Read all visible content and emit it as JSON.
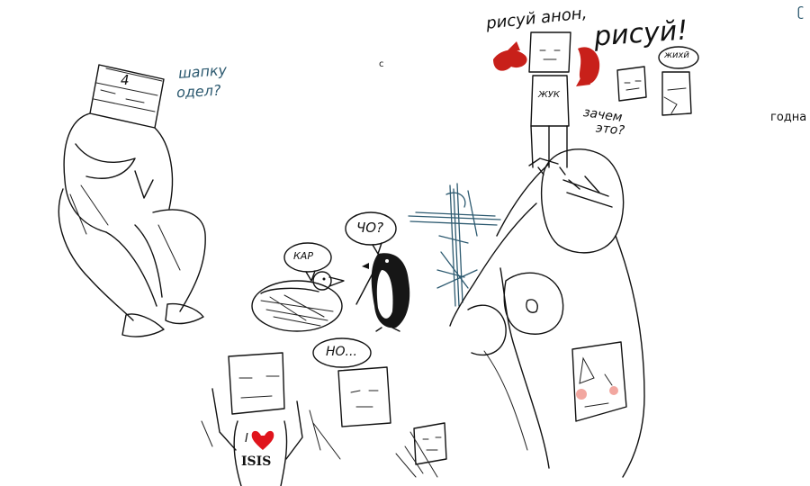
{
  "texts": {
    "hat_question_line1": "шапку",
    "hat_question_line2": "одел?",
    "draw_anon_left": "рисуй анон,",
    "draw_anon_right": "рисуй!",
    "guy_shirt": "ЖУК",
    "why_line1": "зачем",
    "why_line2": "это?",
    "bubble_small_tr": "жихй",
    "caption_right": "годна",
    "hat_number": "4",
    "duck_bubble": "КАР",
    "penguin_bubble": "ЧО?",
    "face_bubble": "НО...",
    "shirt_i": "I",
    "shirt_isis": "ISIS",
    "tiny_c": "с",
    "tiny_corner": "ʗ"
  },
  "colors": {
    "ink": "#111111",
    "blue_note": "#2d5a70",
    "cross_blue": "#3d6272",
    "claw_red": "#c8201a",
    "heart_red": "#e0141c",
    "blush": "#f2a7a0"
  }
}
